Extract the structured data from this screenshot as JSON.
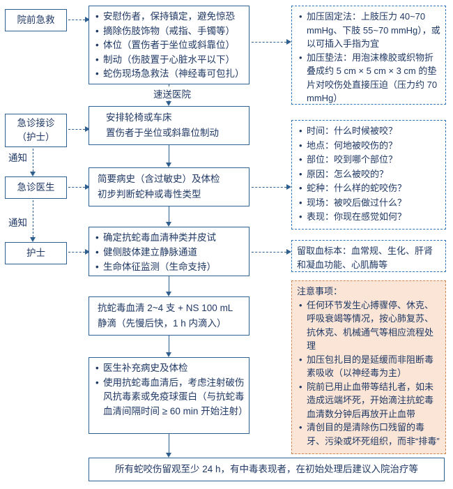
{
  "colors": {
    "box_border": "#2e5f8e",
    "dashed_border": "#2e74b5",
    "notes_border": "#d08452",
    "notes_background": "#fbe5d6",
    "text": "#1f3864",
    "background": "#ffffff"
  },
  "left": {
    "prehospital": "院前急救",
    "reception_line1": "急诊接诊",
    "reception_line2": "（护士）",
    "doctor": "急诊医生",
    "nurse": "护士",
    "notify1": "通知",
    "notify2": "通知"
  },
  "main": {
    "firstaid": {
      "items": [
        "安慰伤者，保持镇定，避免惊恐",
        "摘除伤肢饰物（戒指、手镯等）",
        "体位（置伤者于坐位或斜靠位）",
        "制动（伤肢置于心脏水平以下）",
        "蛇伤现场急救法（神经毒可包扎）"
      ]
    },
    "transport_label": "速送医院",
    "arrange": {
      "line1": "安排轮椅或车床",
      "line2": "置伤者于坐位或斜靠位制动"
    },
    "history": {
      "line1": "简要病史（含过敏史）及体检",
      "line2": "初步判断蛇种或毒性类型"
    },
    "prepare": {
      "items": [
        "确定抗蛇毒血清种类并皮试",
        "健侧肢体建立静脉通道",
        "生命体征监测（生命支持）"
      ]
    },
    "antivenom": {
      "line1": "抗蛇毒血清 2~4 支 + NS 100 mL",
      "line2": "静滴（先慢后快，1 h 内滴入）"
    },
    "doctor_box": {
      "items": [
        "医生补充病史及体检",
        "使用抗蛇毒血清后，考虑注射破伤风抗毒素或免疫球蛋白（与抗蛇毒血清间隔时间 ≥ 60 min 开始注射）"
      ]
    },
    "observation": "所有蛇咬伤留观至少 24 h，有中毒表现者，在初始处理后建议入院治疗等"
  },
  "right": {
    "pressure": {
      "items": [
        "加压固定法：上肢压力 40~70 mmHg、下肢 55~70 mmHg），或以可插入手指为宜",
        "加压垫法：用泡沫橡胶或织物折叠成约 5 cm × 5 cm × 3 cm 的垫片对咬伤处直接压迫（压力约 70 mmHg）"
      ]
    },
    "questions": {
      "items": [
        "时间：什么时候被咬？",
        "地点：何地被咬伤的？",
        "部位：咬到哪个部位？",
        "原因：怎么被咬的？",
        "蛇种：什么样的蛇咬伤？",
        "现场：被咬后做过什么？",
        "表现：你现在感觉如何？"
      ]
    },
    "blood": "留取血标本：血常规、生化、肝肾和凝血功能、心肌酶等",
    "notes": {
      "title": "注意事项：",
      "items": [
        "任何环节发生心搏骤停、休克、呼吸衰竭等情况，按心肺复苏、抗休克、机械通气等相应流程处理",
        "加压包扎目的是延缓而非阻断毒素吸收（以神经毒为主）",
        "院前已用止血带等结扎者，如未造成远端坏死，开始滴注抗蛇毒血清数分钟后再放开止血带",
        "清创目的是清除伤口残留的毒牙、污染或坏死组织，而非“排毒”"
      ]
    }
  }
}
